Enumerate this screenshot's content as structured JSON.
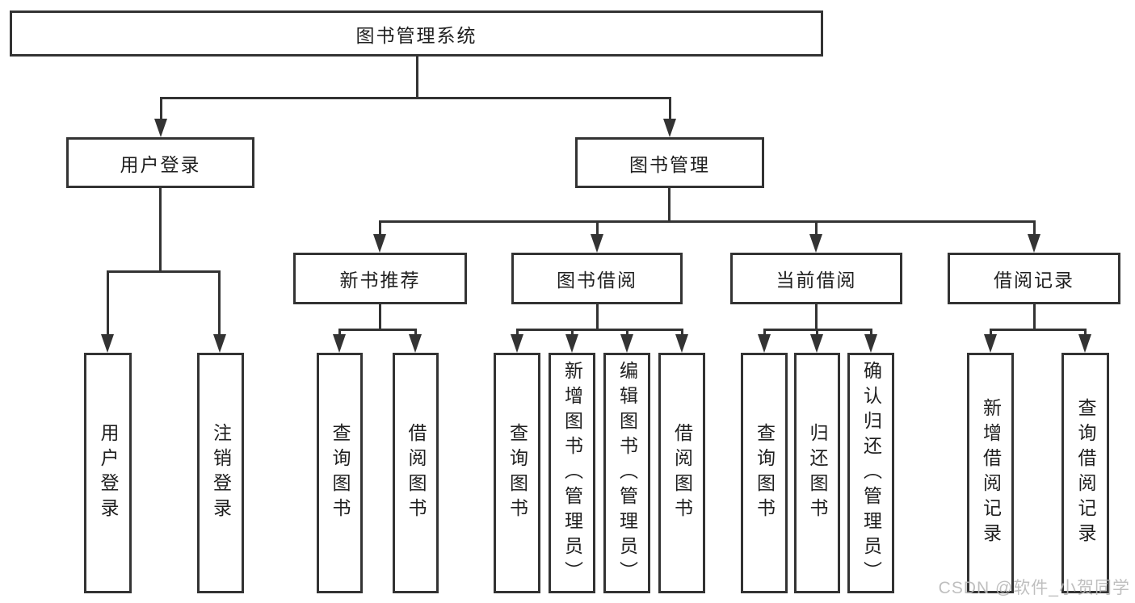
{
  "watermark": "CSDN @软件_小贺同学",
  "colors": {
    "line": "#333333",
    "text": "#1f1f1f",
    "watermark": "#b9b9b9",
    "background": "#ffffff"
  },
  "tree": {
    "root": "图书管理系统",
    "branches": [
      {
        "label": "用户登录",
        "leaves": [
          "用户登录",
          "注销登录"
        ]
      },
      {
        "label": "图书管理",
        "groups": [
          {
            "label": "新书推荐",
            "leaves": [
              "查询图书",
              "借阅图书"
            ]
          },
          {
            "label": "图书借阅",
            "leaves": [
              "查询图书",
              "新增图书（管理员）",
              "编辑图书（管理员）",
              "借阅图书"
            ]
          },
          {
            "label": "当前借阅",
            "leaves": [
              "查询图书",
              "归还图书",
              "确认归还（管理员）"
            ]
          },
          {
            "label": "借阅记录",
            "leaves": [
              "新增借阅记录",
              "查询借阅记录"
            ]
          }
        ]
      }
    ]
  }
}
